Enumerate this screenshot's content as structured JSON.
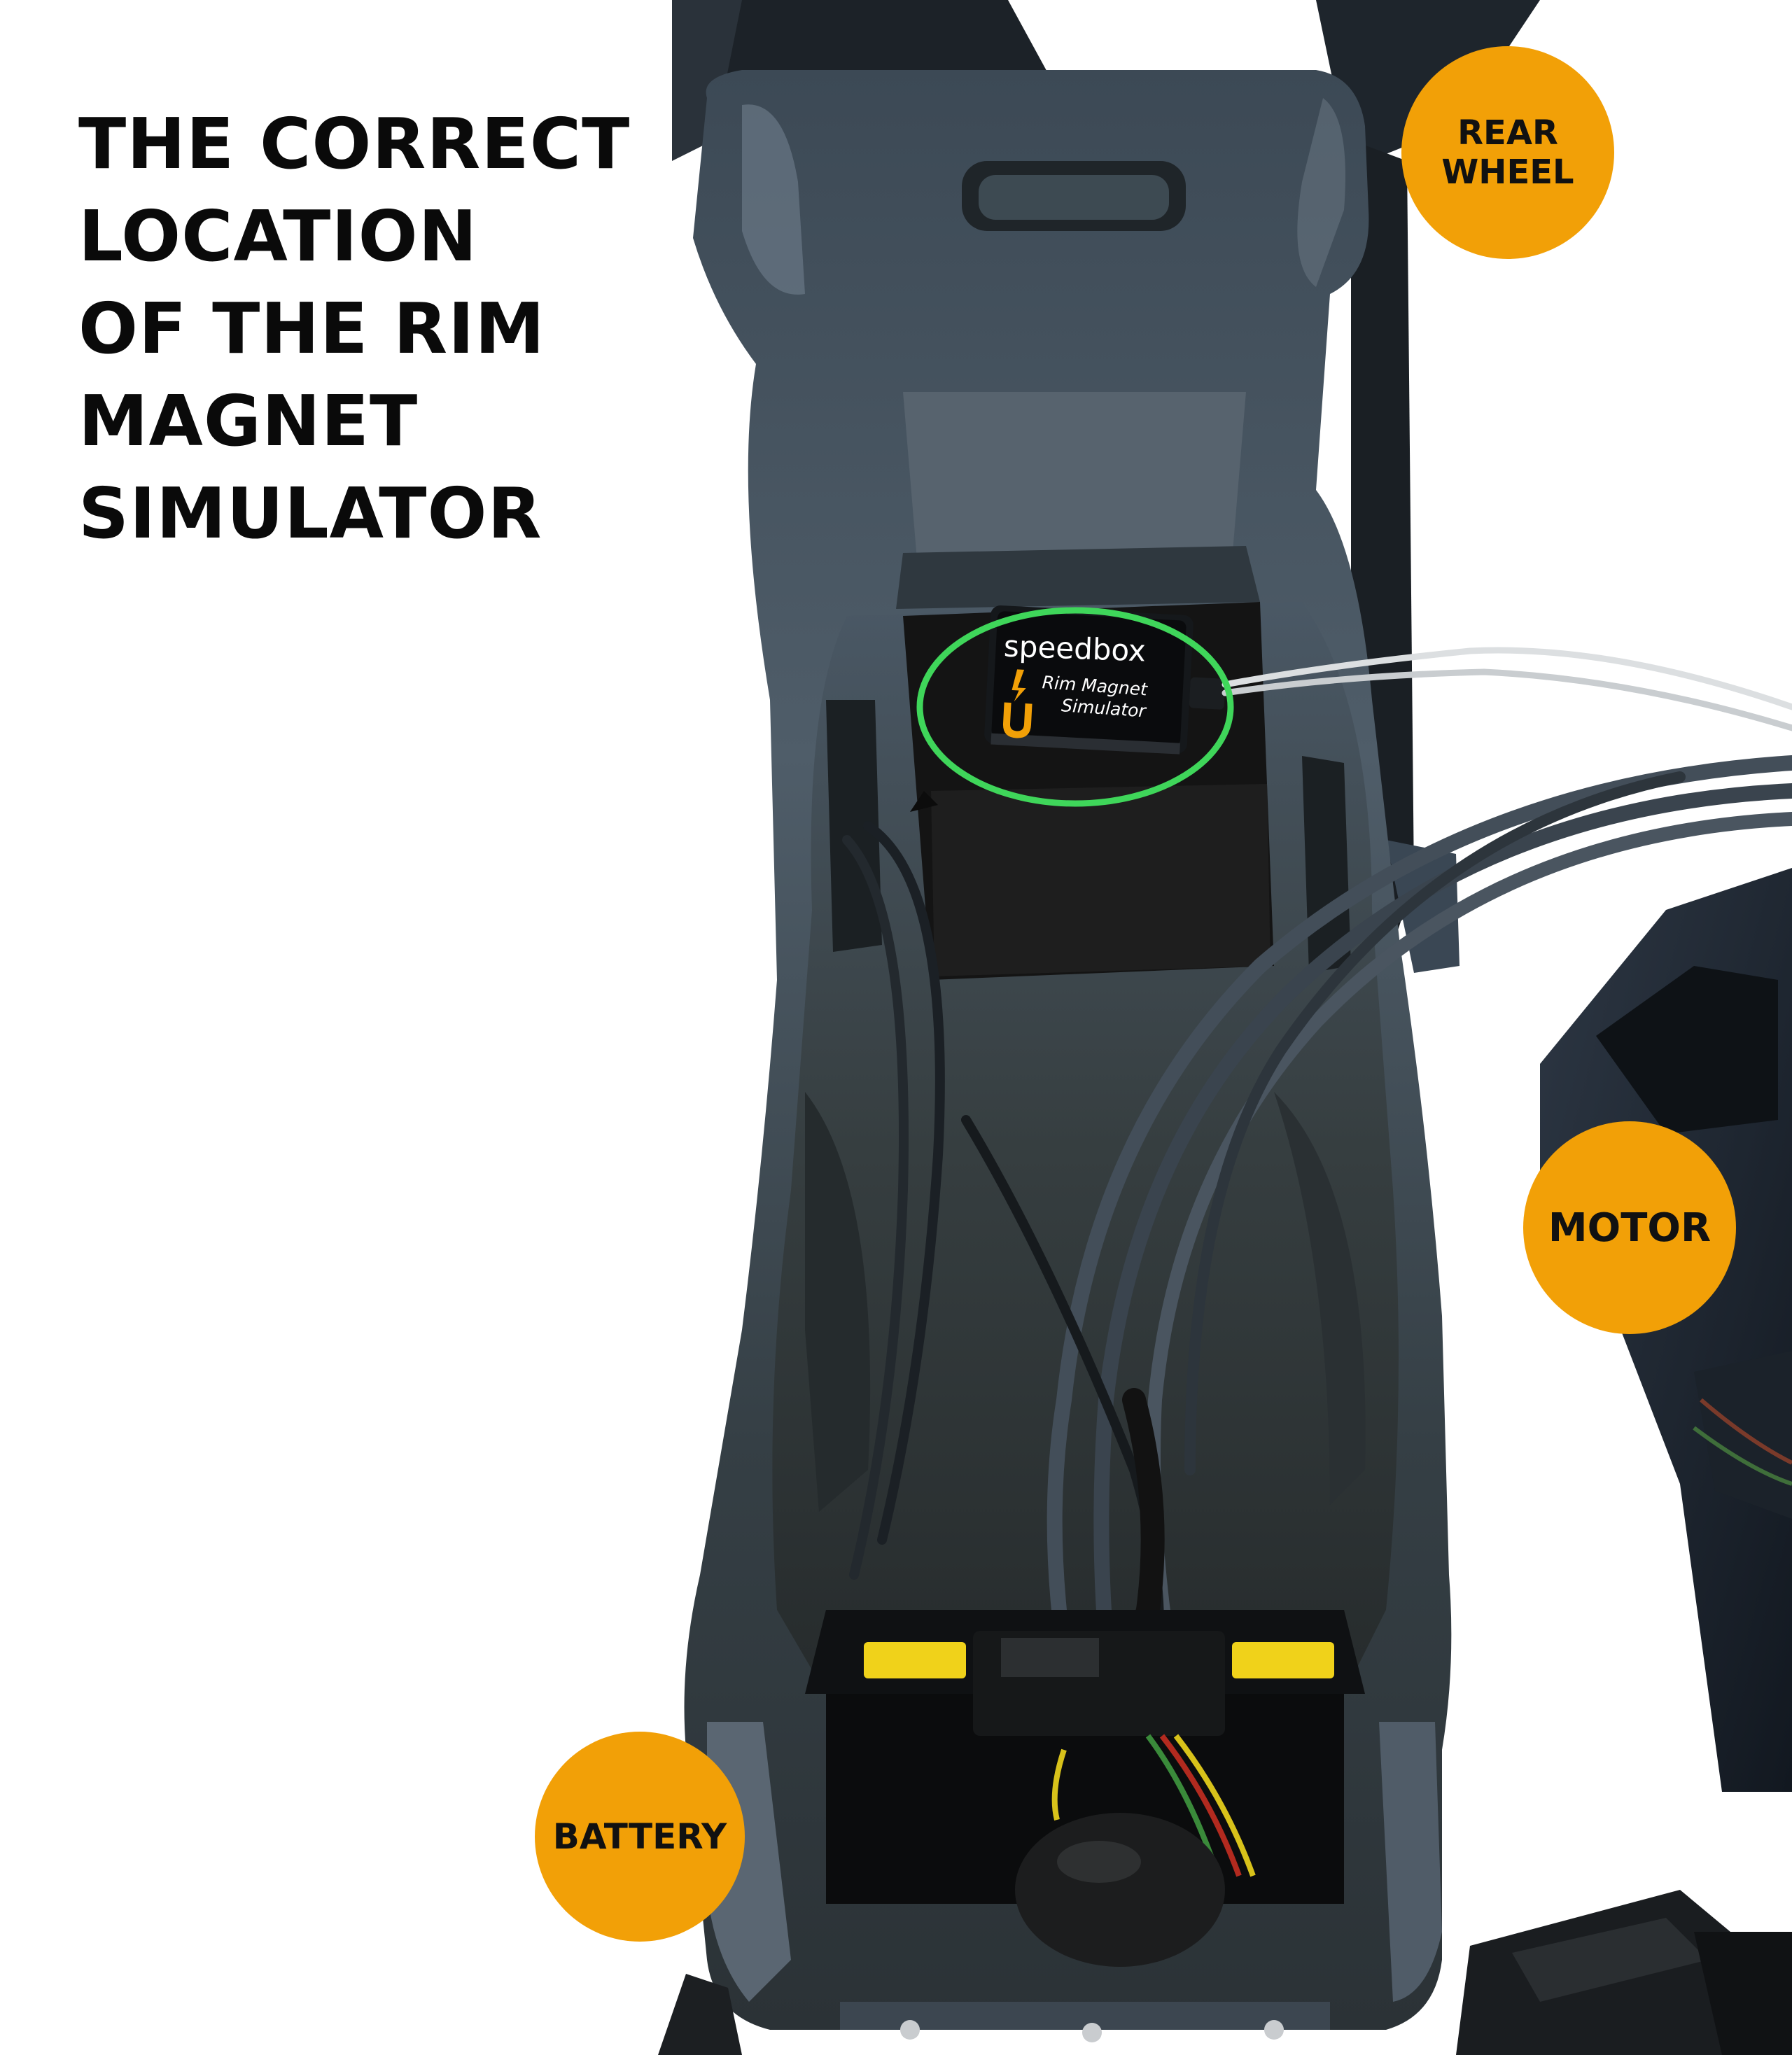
{
  "headline": {
    "lines": [
      "THE CORRECT",
      "LOCATION",
      "OF THE RIM",
      "MAGNET",
      "SIMULATOR"
    ]
  },
  "labels": {
    "rear_wheel": [
      "REAR",
      "WHEEL"
    ],
    "motor": "MOTOR",
    "battery": "BATTERY"
  },
  "device": {
    "brand": "speedbox",
    "name_lines": [
      "Rim Magnet",
      "Simulator"
    ]
  },
  "colors": {
    "badge": "#f2a007",
    "highlight_ring": "#3fd65a",
    "headline_text": "#0a0a0a",
    "frame": "#46535f"
  }
}
